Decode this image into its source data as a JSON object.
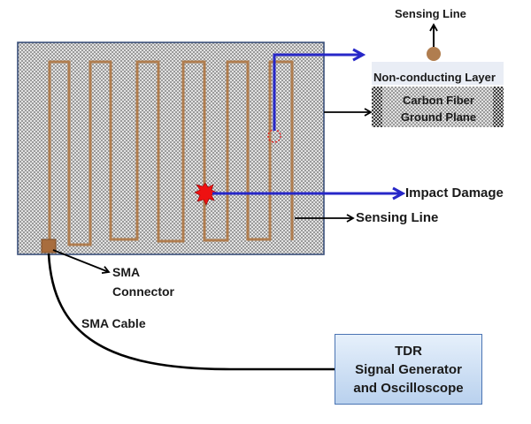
{
  "labels": {
    "sensing_line_top": "Sensing Line",
    "non_conducting_layer": "Non-conducting Layer",
    "carbon_fiber_line1": "Carbon Fiber",
    "carbon_fiber_line2": "Ground Plane",
    "impact_damage": "Impact Damage",
    "sensing_line": "Sensing Line",
    "sma_connector_line1": "SMA",
    "sma_connector_line2": "Connector",
    "sma_cable": "SMA Cable"
  },
  "tdr": {
    "line1": "TDR",
    "line2": "Signal Generator",
    "line3": "and Oscilloscope"
  },
  "colors": {
    "sensing_trace": "#b07d4f",
    "panel_border": "#3a4f7a",
    "blue_arrow": "#2727c8",
    "impact_fill": "#ee1111",
    "tdr_border": "#4a74b3"
  }
}
